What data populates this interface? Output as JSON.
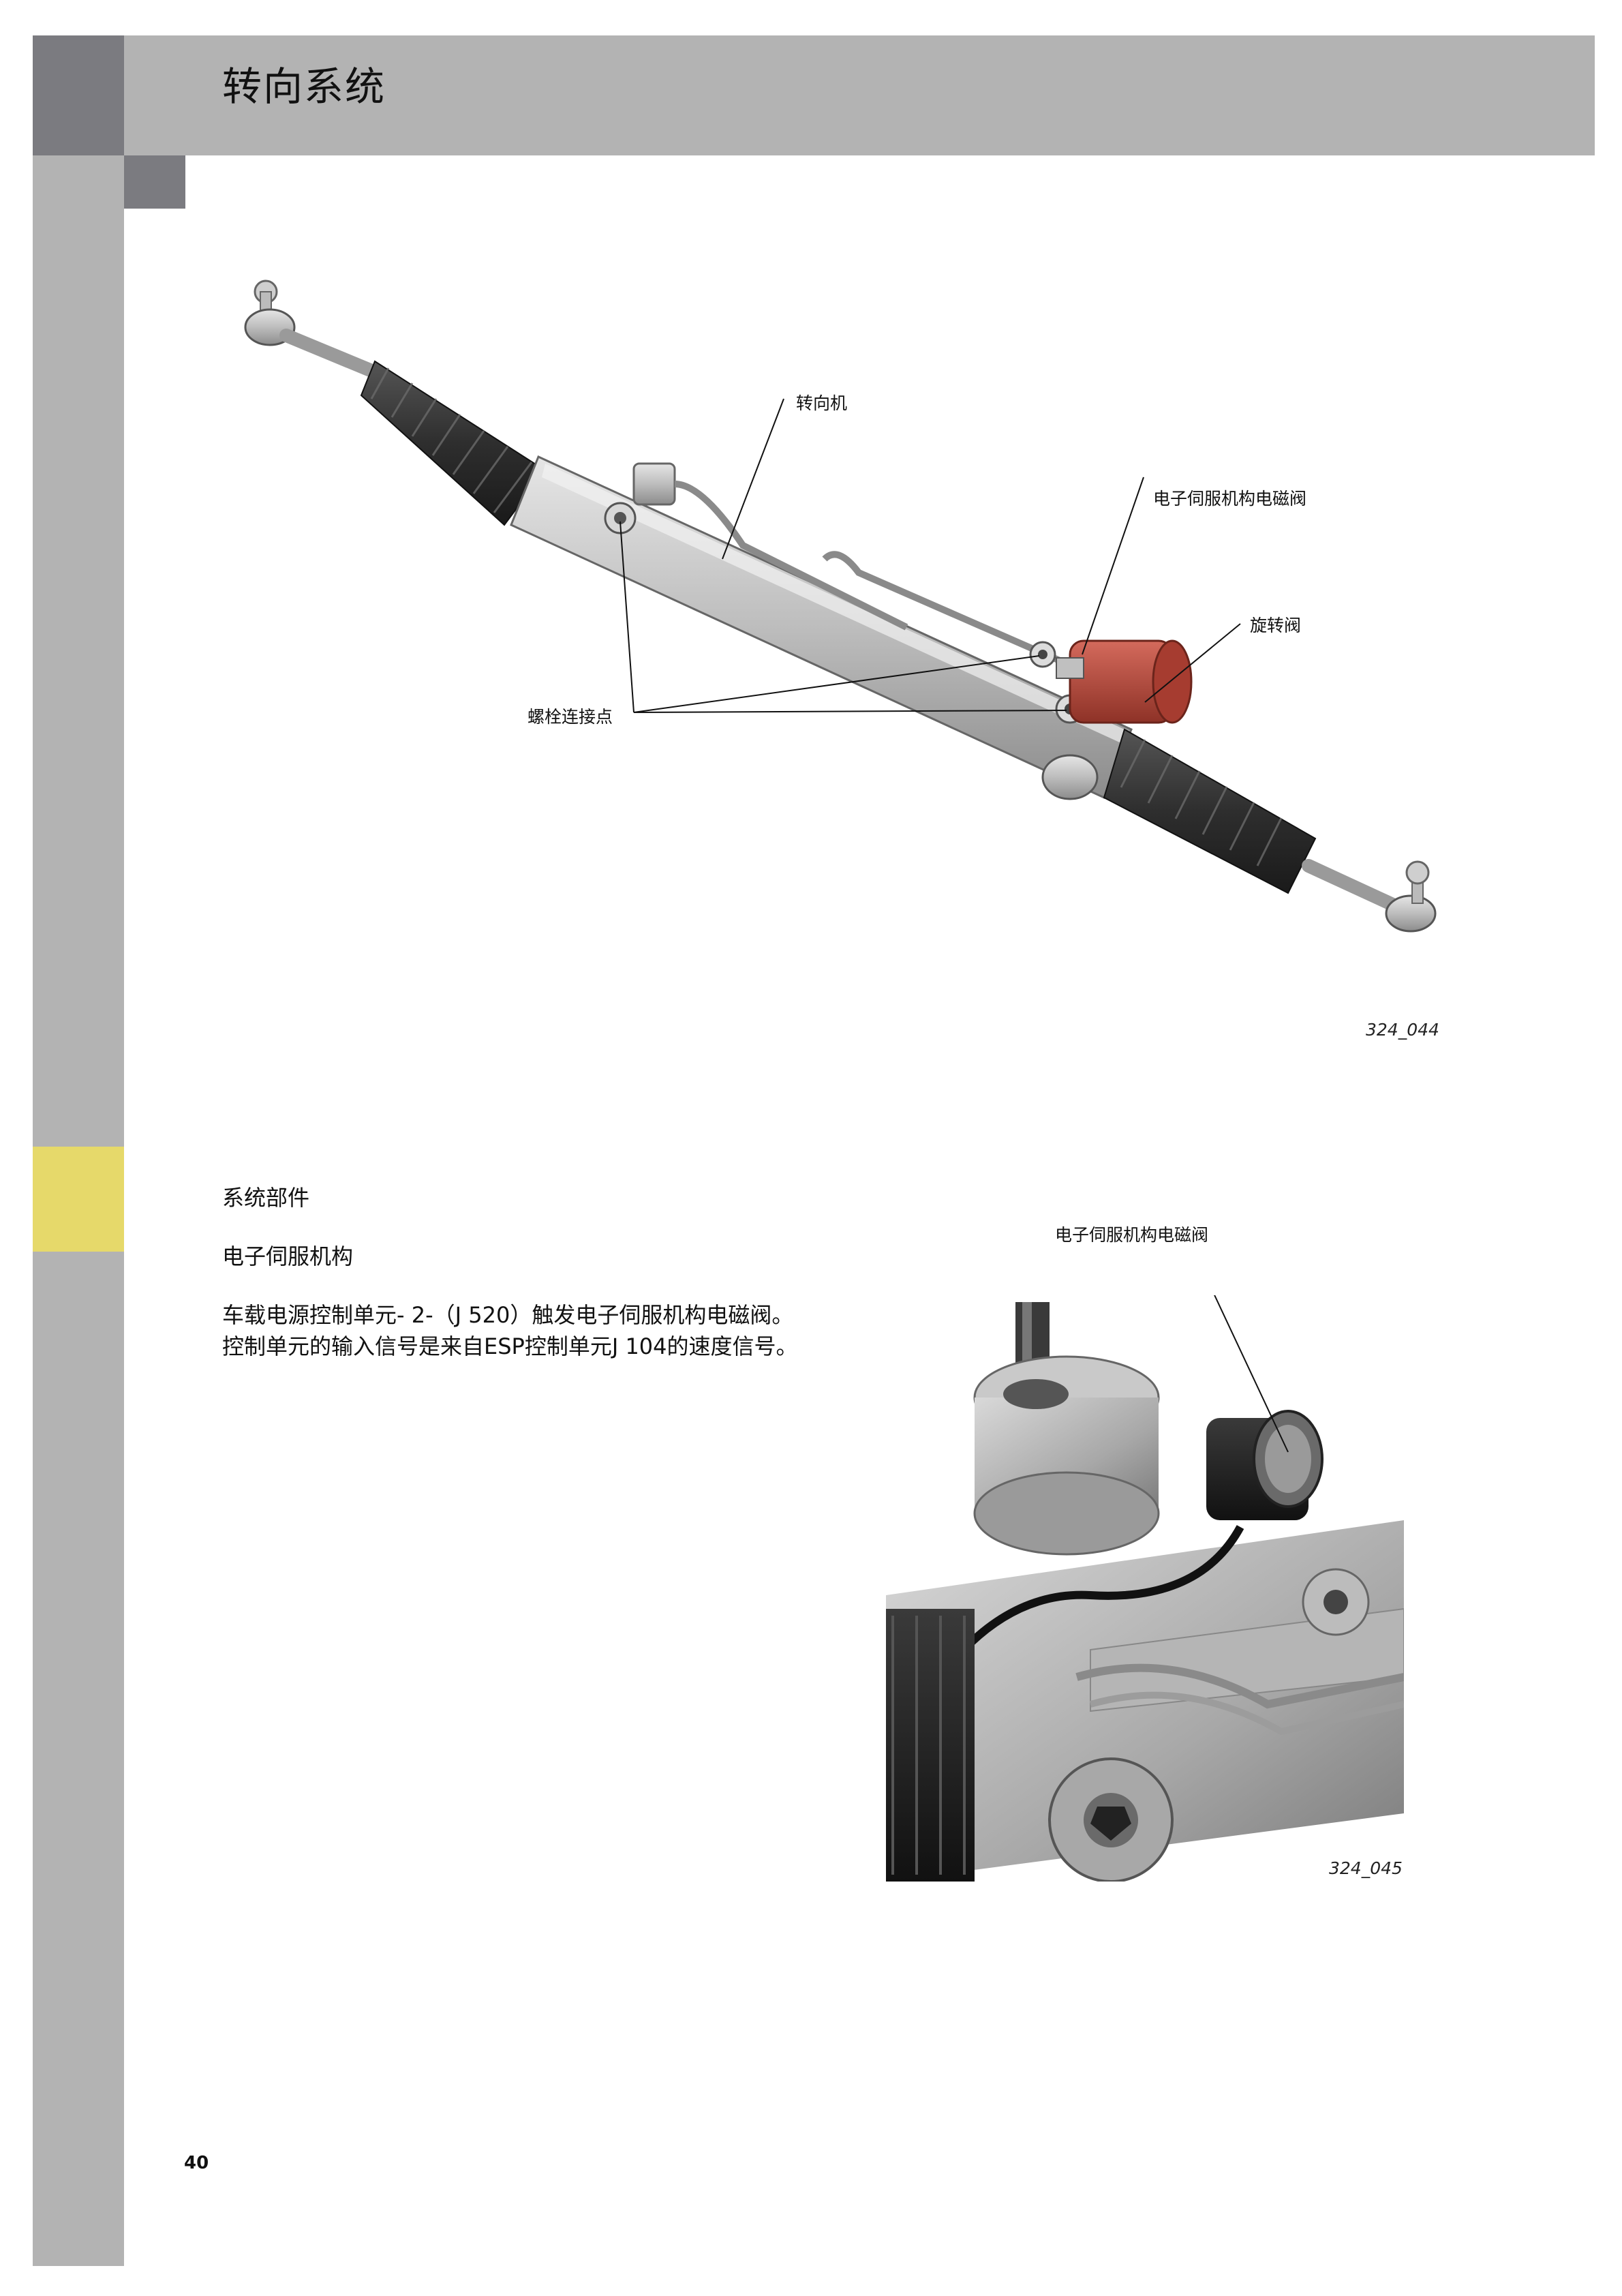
{
  "header": {
    "title": "转向系统"
  },
  "figure1": {
    "labels": {
      "steering_gear": "转向机",
      "solenoid_valve": "电子伺服机构电磁阀",
      "rotary_valve": "旋转阀",
      "bolt_points": "螺栓连接点"
    },
    "id": "324_044"
  },
  "section": {
    "heading": "系统部件",
    "subheading": "电子伺服机构",
    "paragraph_lines": [
      "车载电源控制单元- 2-（J 520）触发电子伺服机构电磁阀。",
      "控制单元的输入信号是来自ESP控制单元J 104的速度信号。"
    ]
  },
  "figure2": {
    "label": "电子伺服机构电磁阀",
    "id": "324_045"
  },
  "page_number": "40",
  "colors": {
    "band_gray": "#b3b3b3",
    "band_dark": "#7b7b80",
    "accent_yellow": "#e6d96a",
    "valve_red": "#b8473a"
  }
}
